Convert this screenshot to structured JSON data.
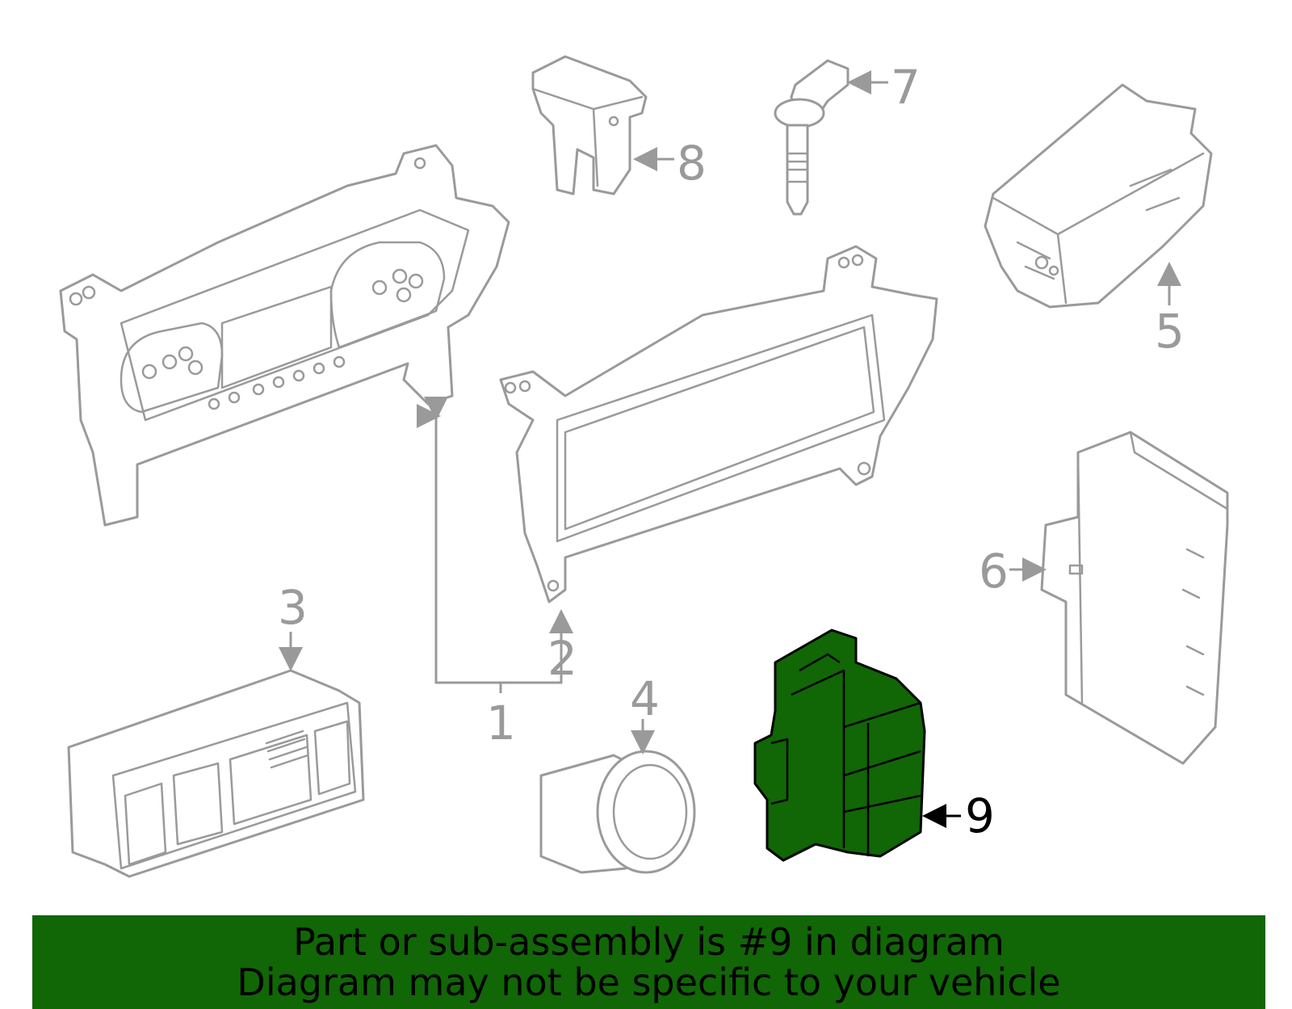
{
  "callouts": [
    "1",
    "2",
    "3",
    "4",
    "5",
    "6",
    "7",
    "8",
    "9"
  ],
  "highlighted_part": "9",
  "colors": {
    "highlight_fill": "#116606",
    "line": "#9a9a9a",
    "banner": "#116606",
    "text": "#000000"
  },
  "banner": {
    "line1": "Part or sub-assembly is #9 in diagram",
    "line2": "Diagram may not be specific to your vehicle"
  }
}
